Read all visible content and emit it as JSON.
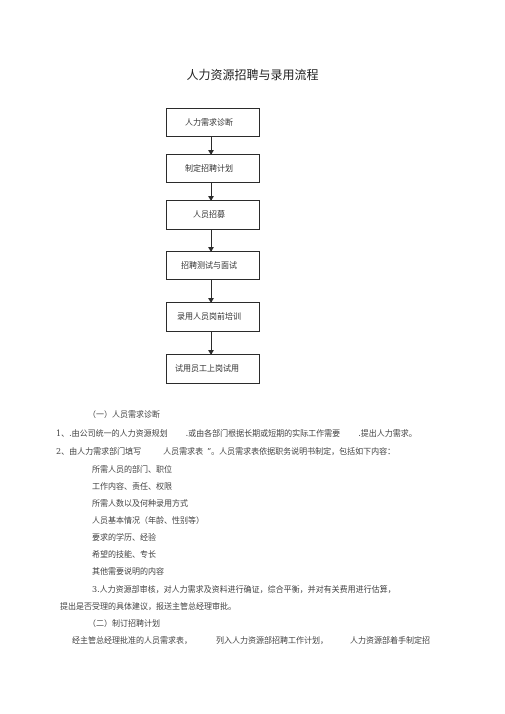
{
  "document": {
    "title": "人力资源招聘与录用流程"
  },
  "flowchart": {
    "steps": [
      "人力需求诊断",
      "制定招聘计划",
      "人员招募",
      "招聘测试与面试",
      "录用人员岗前培训",
      "试用员工上岗试用"
    ]
  },
  "body": {
    "section1_heading": "（一）人员需求诊断",
    "p1": [
      "1、.由公司统一的人力资源规划",
      ".或由各部门根据长期或短期的实际工作需要",
      ".提出人力需求。"
    ],
    "p2": [
      "2、由人力需求部门填写",
      "人员需求表",
      "”。人员需求表依据职务说明书制定，包括如下内容："
    ],
    "list_items": [
      "所需人员的部门、职位",
      "工作内容、责任、权限",
      "所需人数以及何种录用方式",
      "人员基本情况（年龄、性别等）",
      "要求的学历、经验",
      "希望的技能、专长",
      "其他需要说明的内容"
    ],
    "p3_line1": "3.人力资源部审核，对人力需求及资料进行确证，综合平衡，并对有关费用进行估算，",
    "p3_line2": "提出是否受理的具体建议，报送主管总经理审批。",
    "section2_heading": "（二）制订招聘计划",
    "p4": [
      "经主管总经理批准的人员需求表，",
      "列入人力资源部招聘工作计划，",
      "人力资源部着手制定招"
    ]
  }
}
